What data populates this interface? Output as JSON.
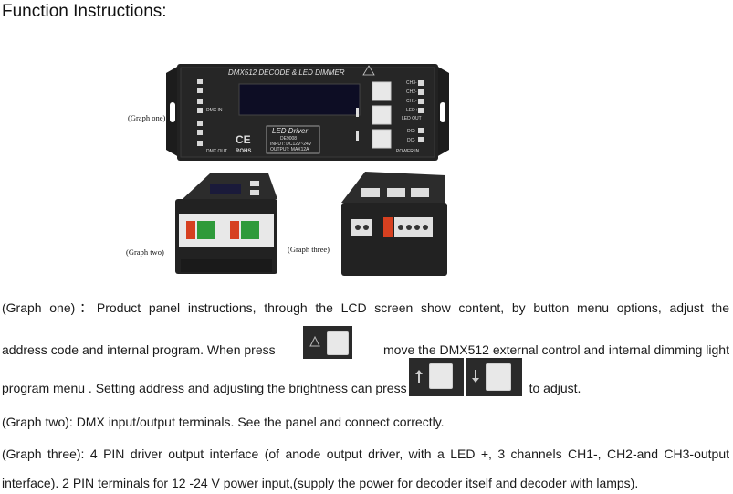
{
  "page": {
    "title": "Function Instructions:"
  },
  "figures": {
    "graph_one_caption": "(Graph one)",
    "graph_two_caption": "(Graph two)",
    "graph_three_caption": "(Graph three)"
  },
  "device": {
    "header": "DMX512 DECODE & LED DIMMER",
    "left_labels": [
      "DMX IN",
      "DMX OUT"
    ],
    "right_labels": [
      "CH3-",
      "CH2-",
      "CH1-",
      "LED+",
      "LED OUT",
      "DC+",
      "DC-",
      "POWER IN"
    ],
    "ce": "CE",
    "rohs": "ROHS",
    "box_title": "LED Driver",
    "model": "DE9008",
    "input": "INPUT: DC12V~24V",
    "output": "OUTPUT: MAX12A"
  },
  "body": {
    "p1_a": "(Graph one)：Product panel instructions, through the LCD screen show content, by button menu options, adjust the",
    "p1_b": "address code and internal program. When press",
    "p1_c": "move the DMX512 external control and internal dimming light",
    "p1_d": "program menu . Setting address and adjusting the brightness can press",
    "p1_e": "to adjust.",
    "p2": "(Graph two): DMX input/output terminals. See the panel and connect correctly.",
    "p3_a": "(Graph three): 4 PIN driver output interface (of anode output driver, with a LED +, 3 channels CH1-, CH2-and CH3-output",
    "p3_b": "interface). 2 PIN terminals for 12 -24 V power input,(supply the power for decoder itself and decoder with lamps)."
  }
}
